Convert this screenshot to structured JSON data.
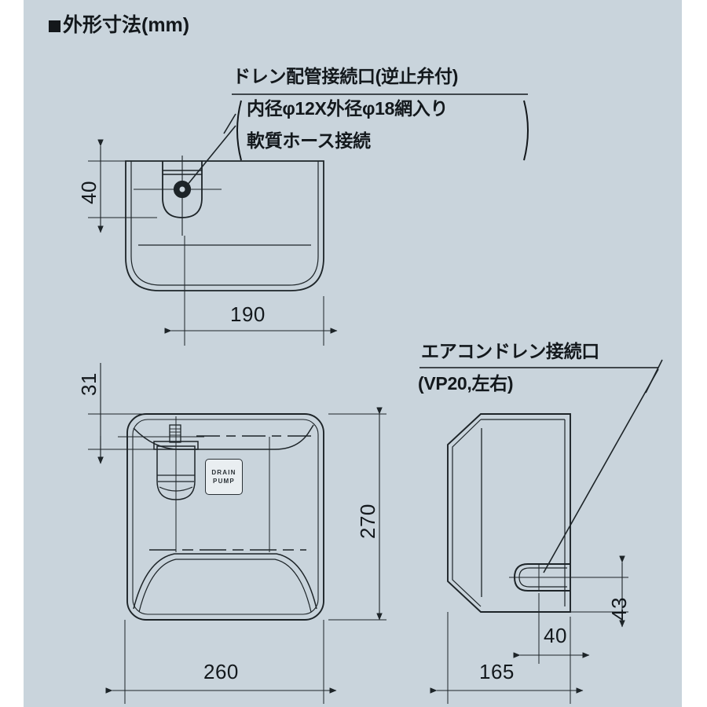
{
  "page": {
    "background_color": "#c9d4dc",
    "page_margin_color": "#ffffff",
    "line_color": "#1d2428",
    "text_color": "#13181c"
  },
  "title": {
    "bullet": "■",
    "text": "外形寸法(mm)"
  },
  "annotations": {
    "drain_pipe": {
      "line1": "ドレン配管接続口(逆止弁付)",
      "line2": "内径φ12X外径φ18網入り",
      "line3": "軟質ホース接続",
      "paren_open": "(",
      "paren_close": ")"
    },
    "aircon_drain": {
      "line1": "エアコンドレン接続口",
      "line2": "(VP20,左右)"
    }
  },
  "badge": {
    "line1": "DRAIN",
    "line2": "PUMP"
  },
  "dimensions": {
    "top_view_height": "40",
    "top_view_width": "190",
    "front_view_top_offset": "31",
    "front_view_height": "270",
    "front_view_width": "260",
    "side_view_drain_height": "43",
    "side_view_drain_offset": "40",
    "side_view_width": "165"
  },
  "views": {
    "top": "top-view",
    "front": "front-view",
    "side": "side-view"
  }
}
